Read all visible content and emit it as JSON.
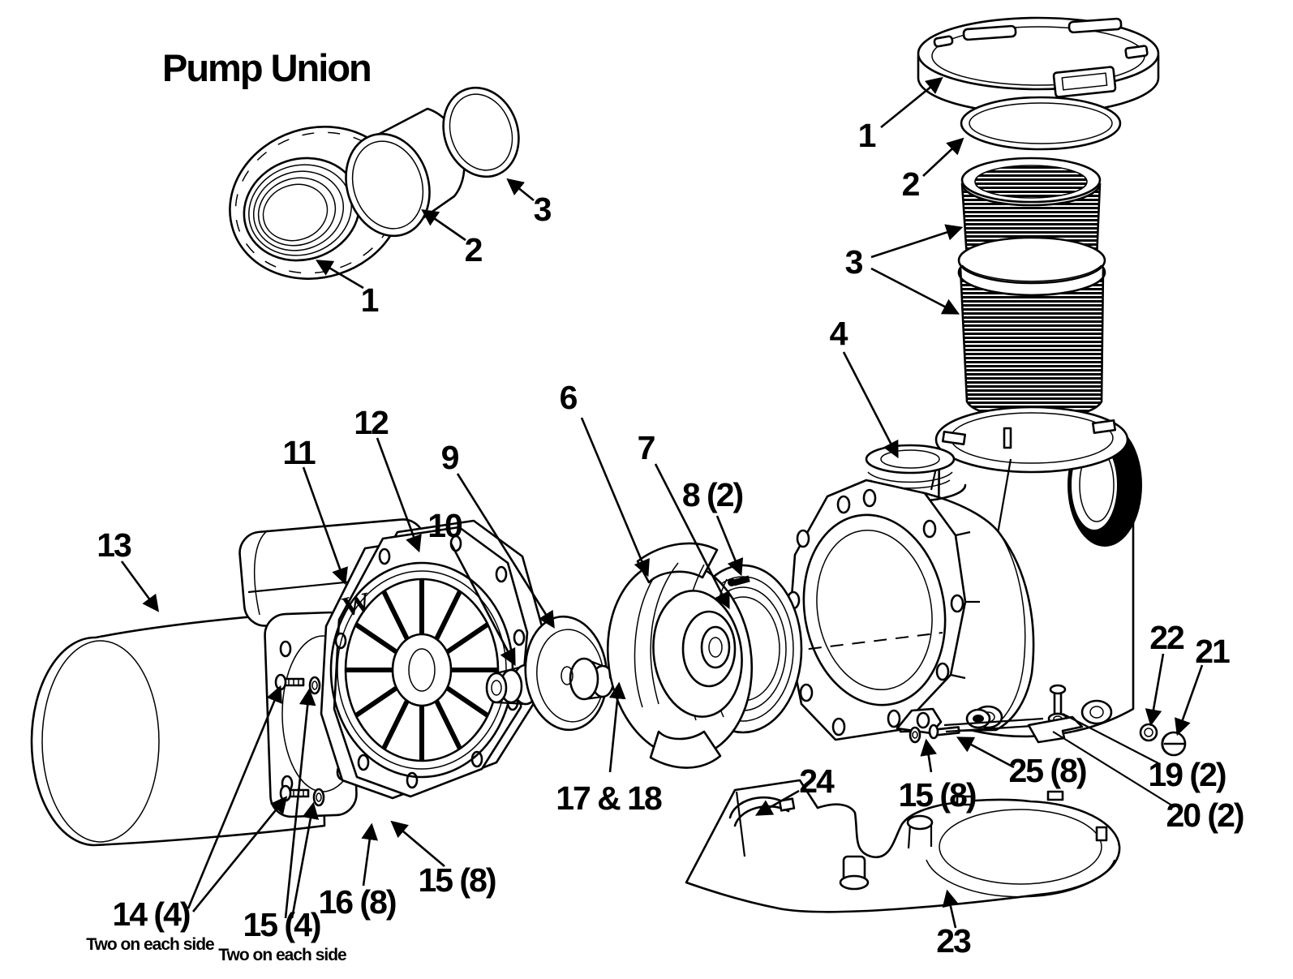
{
  "colors": {
    "ink": "#000000",
    "background": "#ffffff"
  },
  "pump_union": {
    "title": "Pump Union",
    "nut_label": "1",
    "tailpiece_label": "2",
    "oring_label": "3"
  },
  "strainer": {
    "lid_label": "1",
    "lid_oring_label": "2",
    "basket_label": "3",
    "housing_label": "4"
  },
  "pump_assembly": {
    "impeller_label": "6",
    "diffuser_label": "7",
    "diffuser_screws_label": "8 (2)",
    "seal_label": "9",
    "shaft_seal_label": "10",
    "gasket_label": "11",
    "seal_plate_label": "12",
    "motor_label": "13",
    "impeller_screw_label": "17 & 18",
    "logo": "W"
  },
  "fasteners": {
    "motor_bolts_label": "14 (4)",
    "motor_bolts_note": "Two on each side",
    "motor_washers_label": "15 (4)",
    "motor_washers_note": "Two on each side",
    "plate_washers_label": "16 (8)",
    "plate_orings_label": "15 (8)",
    "housing_washers_label": "15 (8)",
    "housing_bolts_label": "25 (8)",
    "bracket_bolts_label": "19 (2)",
    "bracket_label": "20 (2)",
    "drain_plug_label": "21",
    "drain_oring_label": "22"
  },
  "base": {
    "base_label": "23",
    "saddle_label": "24"
  }
}
